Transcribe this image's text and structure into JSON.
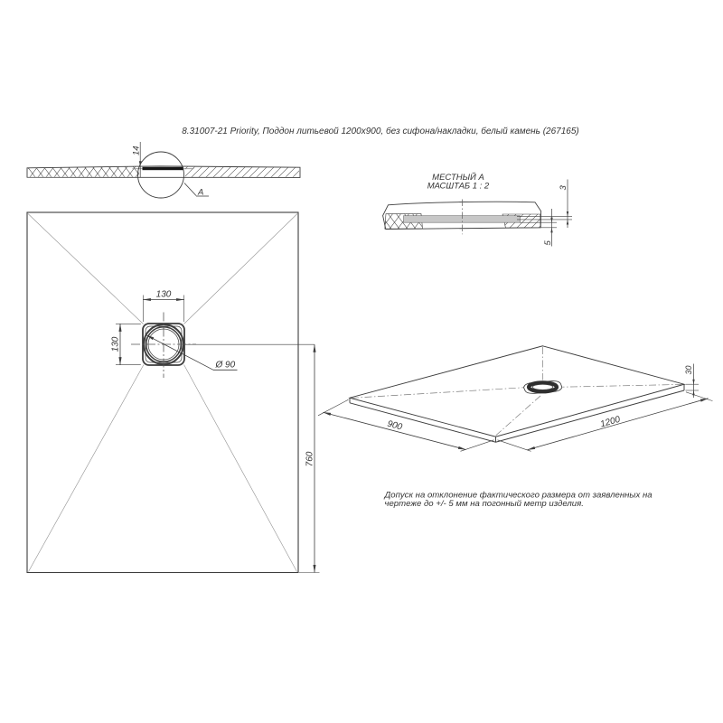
{
  "title": "8.31007-21 Priority, Поддон литьевой 1200x900, без сифона/накладки, белый камень (267165)",
  "section_view": {
    "dim_thickness": "14",
    "detail_label": "A"
  },
  "detail_view": {
    "name": "МЕСТНЫЙ А",
    "scale": "МАСШТАБ 1 : 2",
    "dim_recess": "3",
    "dim_base": "5"
  },
  "plan_view": {
    "dim_drain_width": "130",
    "dim_drain_height": "130",
    "dim_drain_diameter": "Ø 90",
    "dim_drain_offset": "760"
  },
  "iso_view": {
    "dim_width": "900",
    "dim_length": "1200",
    "dim_height": "30"
  },
  "note": {
    "line1": "Допуск на отклонение фактического размера от заявленных на",
    "line2": "чертеже до +/- 5 мм на погонный метр изделия."
  },
  "colors": {
    "line": "#3d3d3d",
    "thin_line": "#8b8b8b",
    "hatch": "#4a4a4a",
    "gasket_fill": "#c7c7c7"
  }
}
